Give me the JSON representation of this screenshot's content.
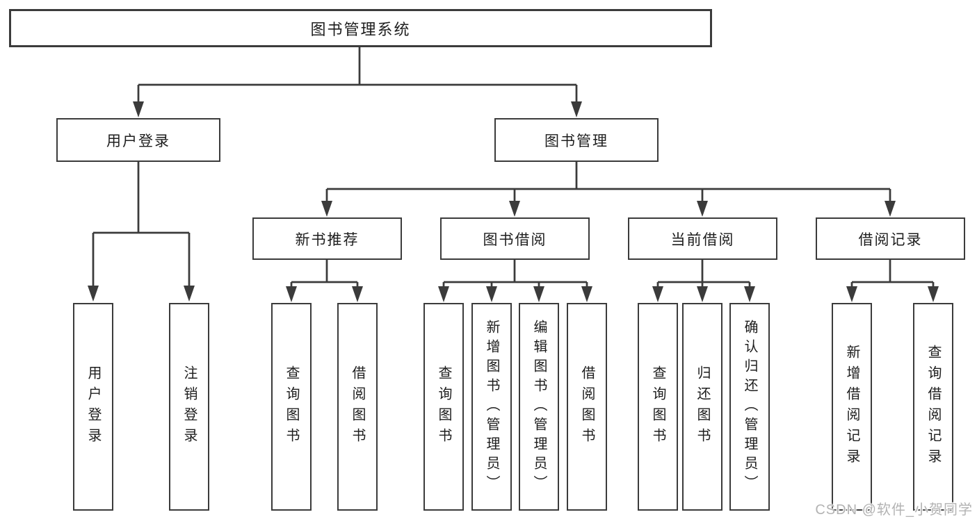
{
  "root": {
    "label": "图书管理系统"
  },
  "branches": [
    {
      "label": "用户登录",
      "children": [
        {
          "label": "用户登录"
        },
        {
          "label": "注销登录"
        }
      ]
    },
    {
      "label": "图书管理",
      "children": [
        {
          "label": "新书推荐",
          "children": [
            {
              "label": "查询图书"
            },
            {
              "label": "借阅图书"
            }
          ]
        },
        {
          "label": "图书借阅",
          "children": [
            {
              "label": "查询图书"
            },
            {
              "label": "新增图书（管理员）"
            },
            {
              "label": "编辑图书（管理员）"
            },
            {
              "label": "借阅图书"
            }
          ]
        },
        {
          "label": "当前借阅",
          "children": [
            {
              "label": "查询图书"
            },
            {
              "label": "归还图书"
            },
            {
              "label": "确认归还（管理员）"
            }
          ]
        },
        {
          "label": "借阅记录",
          "children": [
            {
              "label": "新增借阅记录"
            },
            {
              "label": "查询借阅记录"
            }
          ]
        }
      ]
    }
  ],
  "watermark": "CSDN @软件_小贺同学",
  "colors": {
    "line": "#3b3b3b",
    "text": "#1d1d1d",
    "watermark": "#b3b3b3",
    "background": "#ffffff"
  }
}
